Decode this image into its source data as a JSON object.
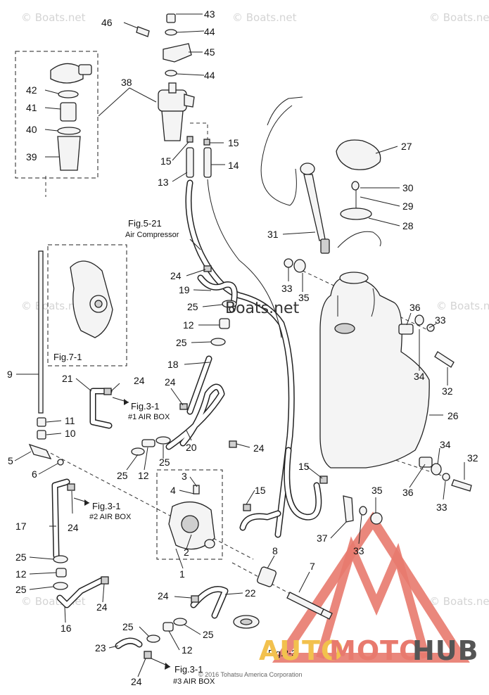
{
  "callouts": [
    {
      "id": "c43a",
      "label": "43"
    },
    {
      "id": "c44a",
      "label": "44"
    },
    {
      "id": "c46",
      "label": "46"
    },
    {
      "id": "c45",
      "label": "45"
    },
    {
      "id": "c44b",
      "label": "44"
    },
    {
      "id": "c38",
      "label": "38"
    },
    {
      "id": "c42",
      "label": "42"
    },
    {
      "id": "c41",
      "label": "41"
    },
    {
      "id": "c40",
      "label": "40"
    },
    {
      "id": "c39",
      "label": "39"
    },
    {
      "id": "c15a",
      "label": "15"
    },
    {
      "id": "c15b",
      "label": "15"
    },
    {
      "id": "c13",
      "label": "13"
    },
    {
      "id": "c14",
      "label": "14"
    },
    {
      "id": "c27",
      "label": "27"
    },
    {
      "id": "c30",
      "label": "30"
    },
    {
      "id": "c29",
      "label": "29"
    },
    {
      "id": "c28",
      "label": "28"
    },
    {
      "id": "c31",
      "label": "31"
    },
    {
      "id": "c33a",
      "label": "33"
    },
    {
      "id": "c35a",
      "label": "35"
    },
    {
      "id": "c24a",
      "label": "24"
    },
    {
      "id": "c19",
      "label": "19"
    },
    {
      "id": "c25a",
      "label": "25"
    },
    {
      "id": "c12a",
      "label": "12"
    },
    {
      "id": "c25b",
      "label": "25"
    },
    {
      "id": "c36a",
      "label": "36"
    },
    {
      "id": "c33b",
      "label": "33"
    },
    {
      "id": "c34a",
      "label": "34"
    },
    {
      "id": "c32a",
      "label": "32"
    },
    {
      "id": "c9",
      "label": "9"
    },
    {
      "id": "c18",
      "label": "18"
    },
    {
      "id": "c24b",
      "label": "24"
    },
    {
      "id": "c21",
      "label": "21"
    },
    {
      "id": "c24c",
      "label": "24"
    },
    {
      "id": "c26",
      "label": "26"
    },
    {
      "id": "c11",
      "label": "11"
    },
    {
      "id": "c10",
      "label": "10"
    },
    {
      "id": "c20",
      "label": "20"
    },
    {
      "id": "c24d",
      "label": "24"
    },
    {
      "id": "c34b",
      "label": "34"
    },
    {
      "id": "c32b",
      "label": "32"
    },
    {
      "id": "c5",
      "label": "5"
    },
    {
      "id": "c25c",
      "label": "25"
    },
    {
      "id": "c12b",
      "label": "12"
    },
    {
      "id": "c25d",
      "label": "25"
    },
    {
      "id": "c15c",
      "label": "15"
    },
    {
      "id": "c36b",
      "label": "36"
    },
    {
      "id": "c6",
      "label": "6"
    },
    {
      "id": "c3",
      "label": "3"
    },
    {
      "id": "c4",
      "label": "4"
    },
    {
      "id": "c15d",
      "label": "15"
    },
    {
      "id": "c35b",
      "label": "35"
    },
    {
      "id": "c33c",
      "label": "33"
    },
    {
      "id": "c17",
      "label": "17"
    },
    {
      "id": "c24e",
      "label": "24"
    },
    {
      "id": "c37",
      "label": "37"
    },
    {
      "id": "c33d",
      "label": "33"
    },
    {
      "id": "c2",
      "label": "2"
    },
    {
      "id": "c8",
      "label": "8"
    },
    {
      "id": "c25e",
      "label": "25"
    },
    {
      "id": "c12c",
      "label": "12"
    },
    {
      "id": "c1",
      "label": "1"
    },
    {
      "id": "c7",
      "label": "7"
    },
    {
      "id": "c25f",
      "label": "25"
    },
    {
      "id": "c24f",
      "label": "24"
    },
    {
      "id": "c22",
      "label": "22"
    },
    {
      "id": "c24g",
      "label": "24"
    },
    {
      "id": "c16",
      "label": "16"
    },
    {
      "id": "c25g",
      "label": "25"
    },
    {
      "id": "c25h",
      "label": "25"
    },
    {
      "id": "c23",
      "label": "23"
    },
    {
      "id": "c12d",
      "label": "12"
    },
    {
      "id": "c24h",
      "label": "24"
    }
  ],
  "references": {
    "fig_5_21": {
      "fig": "Fig.5-21",
      "sub": "Air Compressor"
    },
    "fig_7_1": {
      "fig": "Fig.7-1"
    },
    "fig_3_1_a": {
      "fig": "Fig.3-1",
      "sub": "#1 AIR BOX"
    },
    "fig_3_1_b": {
      "fig": "Fig.3-1",
      "sub": "#2 AIR BOX"
    },
    "fig_3_1_c": {
      "fig": "Fig.3-1",
      "sub": "#3 AIR BOX"
    },
    "fig_2_3": {
      "fig": "Fig.2-3"
    }
  },
  "watermark": {
    "text": "© Boats.net",
    "center_text": "Boats.net"
  },
  "copyright": "© 2016 Tohatsu America Corporation",
  "brand": {
    "part1": "AUTO",
    "part2": "MOTO",
    "part3": "HUB"
  },
  "colors": {
    "logo_red": "#e87a6e",
    "logo_yellow": "#f2c14e",
    "ink": "#222222"
  }
}
